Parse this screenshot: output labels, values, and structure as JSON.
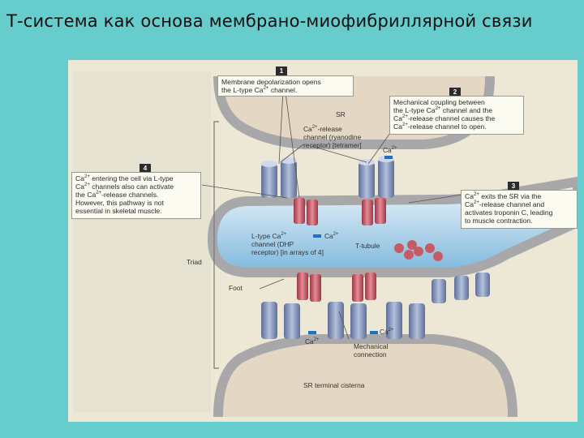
{
  "title": "Т-система как основа мембрано-миофибриллярной связи",
  "callouts": [
    {
      "num": "1",
      "text_a": "Membrane depolarization opens",
      "text_b": "the L-type Ca",
      "sup_b": "2+",
      "text_c": " channel."
    },
    {
      "num": "2",
      "line1": "Mechanical coupling between",
      "line2a": "the L-type Ca",
      "sup2": "2+",
      "line2b": " channel and the",
      "line3a": "Ca",
      "sup3": "2+",
      "line3b": "-release channel causes the",
      "line4a": "Ca",
      "sup4": "2+",
      "line4b": "-release channel to open."
    },
    {
      "num": "3",
      "line1a": "Ca",
      "sup1": "2+",
      "line1b": " exits the SR via the",
      "line2a": "Ca",
      "sup2": "2+",
      "line2b": "-release channel and",
      "line3": "activates troponin C, leading",
      "line4": "to muscle contraction."
    },
    {
      "num": "4",
      "line1a": "Ca",
      "sup1": "2+",
      "line1b": " entering the cell via L-type",
      "line2a": "Ca",
      "sup2": "2+",
      "line2b": " channels also can activate",
      "line3a": "the Ca",
      "sup3": "2+",
      "line3b": "-release channels.",
      "line4": "However, this pathway is not",
      "line5": "essential in skeletal muscle."
    }
  ],
  "labels": {
    "sr": "SR",
    "release_l1a": "Ca",
    "release_sup": "2+",
    "release_l1b": "-release",
    "release_l2": "channel (ryanodine",
    "release_l3": "receptor) [tetramer]",
    "ca_a": "Ca",
    "ca_sup": "2+",
    "ltype_l1a": "L-type Ca",
    "ltype_sup": "2+",
    "ltype_l2": "channel (DHP",
    "ltype_l3": "receptor) [in arrays of 4]",
    "ttubule": "T-tubule",
    "triad": "Triad",
    "foot": "Foot",
    "mech_l1": "Mechanical",
    "mech_l2": "connection",
    "terminal": "SR terminal cisterna"
  },
  "colors": {
    "background": "#66cccc",
    "sr_membrane": "#a8a8aa",
    "sr_lumen": "#e4d8c4",
    "ttubule_lumen": "#cfe6f4",
    "dhp_channel": "#c85a66",
    "ryr_channel": "#7e8fb4",
    "calcium": "#1e6fc8"
  }
}
